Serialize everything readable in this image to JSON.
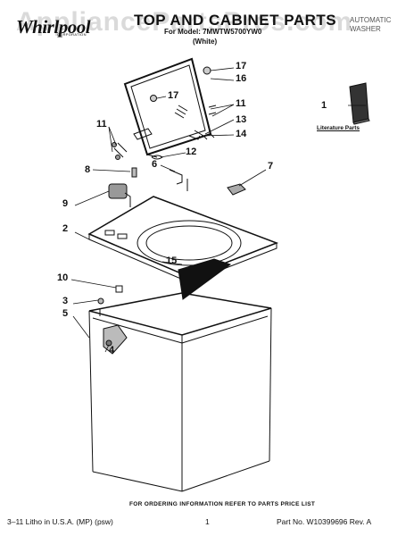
{
  "header": {
    "watermark": "AppliancePartsPros.com",
    "brand": "Whirlpool",
    "brand_sub": "CORPORATION",
    "title": "TOP AND CABINET PARTS",
    "model_line": "For Model: 7MWTW5700YW0",
    "color_line": "(White)",
    "product_type_line1": "AUTOMATIC",
    "product_type_line2": "WASHER"
  },
  "literature_label": "Literature Parts",
  "callouts": [
    {
      "id": "1",
      "label": "1"
    },
    {
      "id": "2",
      "label": "2"
    },
    {
      "id": "3",
      "label": "3"
    },
    {
      "id": "4",
      "label": "4"
    },
    {
      "id": "5",
      "label": "5"
    },
    {
      "id": "6",
      "label": "6"
    },
    {
      "id": "7",
      "label": "7"
    },
    {
      "id": "8",
      "label": "8"
    },
    {
      "id": "9",
      "label": "9"
    },
    {
      "id": "10",
      "label": "10"
    },
    {
      "id": "11a",
      "label": "11"
    },
    {
      "id": "11b",
      "label": "11"
    },
    {
      "id": "12",
      "label": "12"
    },
    {
      "id": "13",
      "label": "13"
    },
    {
      "id": "14",
      "label": "14"
    },
    {
      "id": "15",
      "label": "15"
    },
    {
      "id": "16",
      "label": "16"
    },
    {
      "id": "17a",
      "label": "17"
    },
    {
      "id": "17b",
      "label": "17"
    }
  ],
  "footer": {
    "ordering_note": "FOR ORDERING INFORMATION REFER TO PARTS PRICE LIST",
    "litho": "3–11 Litho in U.S.A. (MP) (psw)",
    "page": "1",
    "part_no": "Part No. W10399696 Rev. A"
  }
}
